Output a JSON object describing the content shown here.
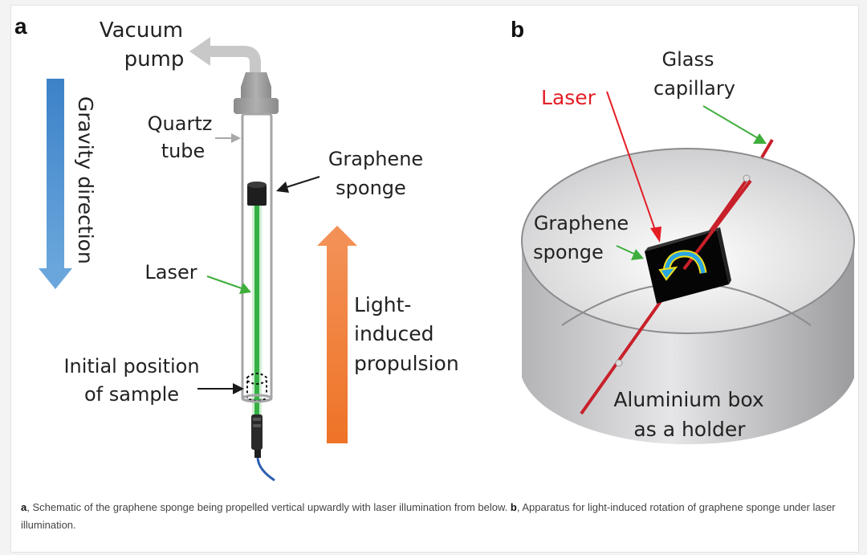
{
  "panel_a": {
    "letter": "a",
    "labels": {
      "vacuum_pump": [
        "Vacuum",
        "pump"
      ],
      "quartz_tube": [
        "Quartz",
        "tube"
      ],
      "graphene_sponge": [
        "Graphene",
        "sponge"
      ],
      "laser": "Laser",
      "initial_position": [
        "Initial position",
        "of sample"
      ],
      "gravity_direction": "Gravity direction",
      "propulsion": [
        "Light-",
        "induced",
        "propulsion"
      ]
    },
    "colors": {
      "gravity_arrow": "#4a8cd0",
      "propulsion_arrow": "#f07f2f",
      "laser": "#3fbf4a",
      "pointer_green": "#3fae3c",
      "pump_gray": "#c8c8c8",
      "cable": "#2e5fb0"
    }
  },
  "panel_b": {
    "letter": "b",
    "labels": {
      "laser": "Laser",
      "glass_capillary": [
        "Glass",
        "capillary"
      ],
      "graphene_sponge": [
        "Graphene",
        "sponge"
      ],
      "aluminium_box": [
        "Aluminium box",
        "as a holder"
      ]
    },
    "colors": {
      "laser": "#e41e25",
      "capillary": "#c8202a",
      "rotation_arrow": "#2aa6e0",
      "rotation_outline": "#f2e01c"
    }
  },
  "caption": {
    "a_label": "a",
    "a_text": ", Schematic of the graphene sponge being propelled vertical upwardly with laser illumination from below. ",
    "b_label": "b",
    "b_text": ", Apparatus for light-induced rotation of graphene sponge under laser illumination."
  }
}
